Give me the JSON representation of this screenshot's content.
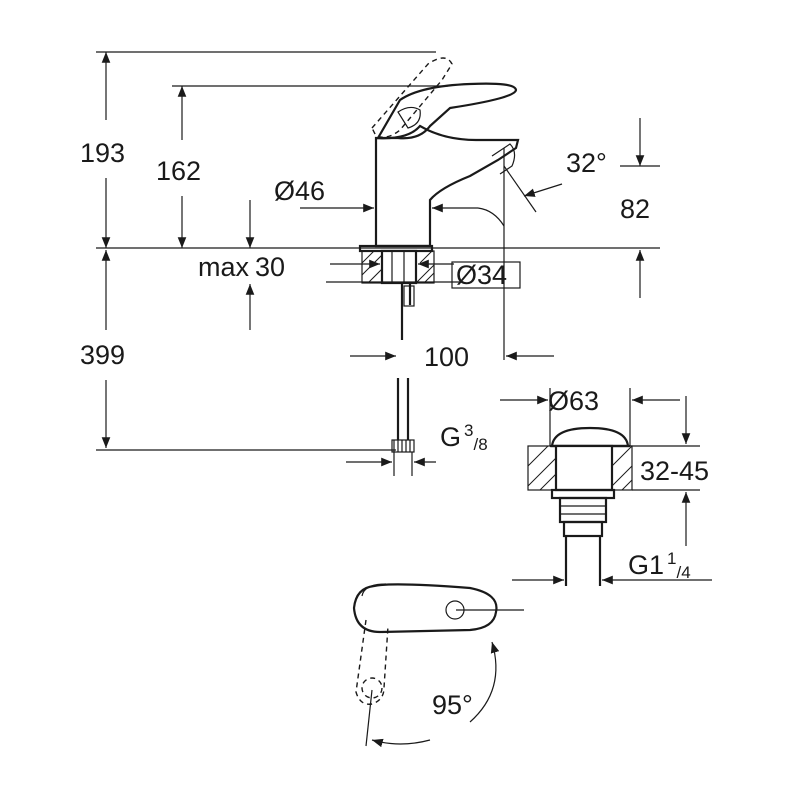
{
  "dimensions": {
    "total_height": "193",
    "handle_height": "162",
    "body_diameter_symbol": "Ø",
    "body_diameter": "46",
    "spout_angle": "32°",
    "spout_height": "82",
    "max_thickness": "max",
    "max_thickness_value": "30",
    "hole_diameter_symbol": "Ø",
    "hole_diameter": "34",
    "hose_length": "399",
    "spout_reach": "100",
    "connection_thread_prefix": "G",
    "connection_thread_num": "3",
    "connection_thread_den": "/8",
    "waste_diameter_symbol": "Ø",
    "waste_diameter": "63",
    "waste_thickness": "32-45",
    "waste_thread_prefix": "G1",
    "waste_thread_num": "1",
    "waste_thread_den": "/4",
    "handle_rotation": "95°"
  }
}
